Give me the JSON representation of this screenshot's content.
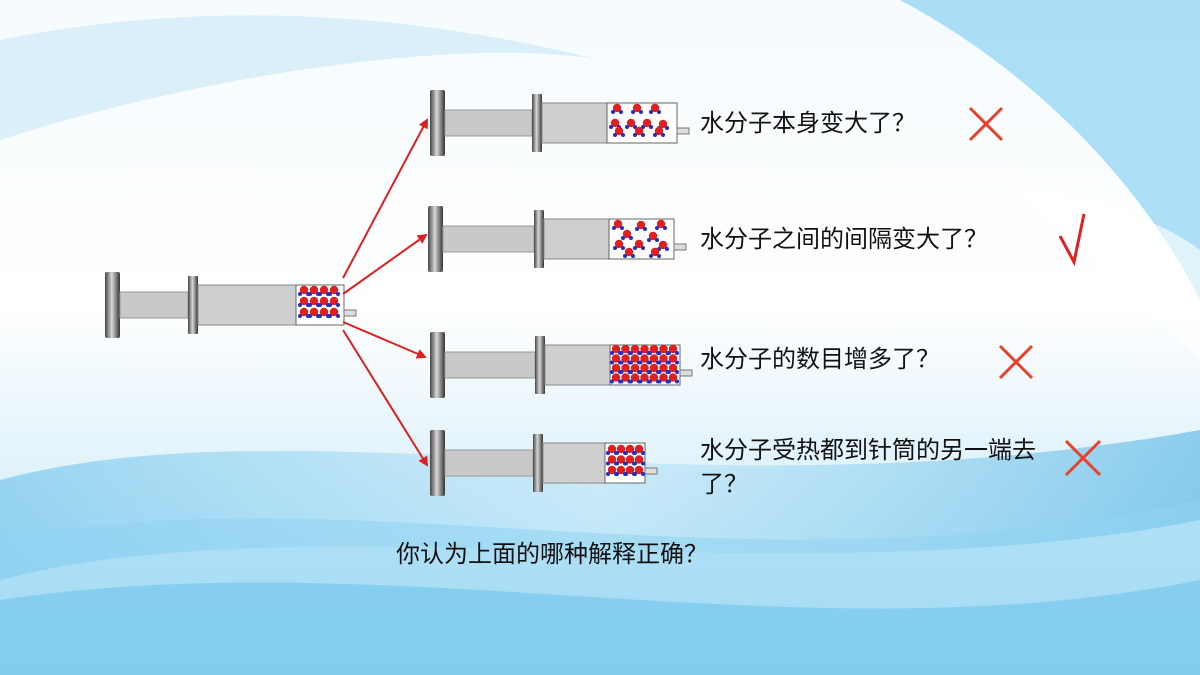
{
  "options": [
    {
      "text": "水分子本身变大了？",
      "mark": "cross-icon"
    },
    {
      "text": "水分子之间的间隔变大了？",
      "mark": "check-icon"
    },
    {
      "text": "水分子的数目增多了？",
      "mark": "cross-icon"
    },
    {
      "text": "水分子受热都到针筒的另一端去了？",
      "mark": "cross-icon"
    }
  ],
  "question": "你认为上面的哪种解释正确？",
  "colors": {
    "arrow": "#e02020",
    "cross": "#e8402a",
    "check": "#e02020",
    "molecule": "#e02020",
    "molecule_dot": "#2030c0"
  }
}
